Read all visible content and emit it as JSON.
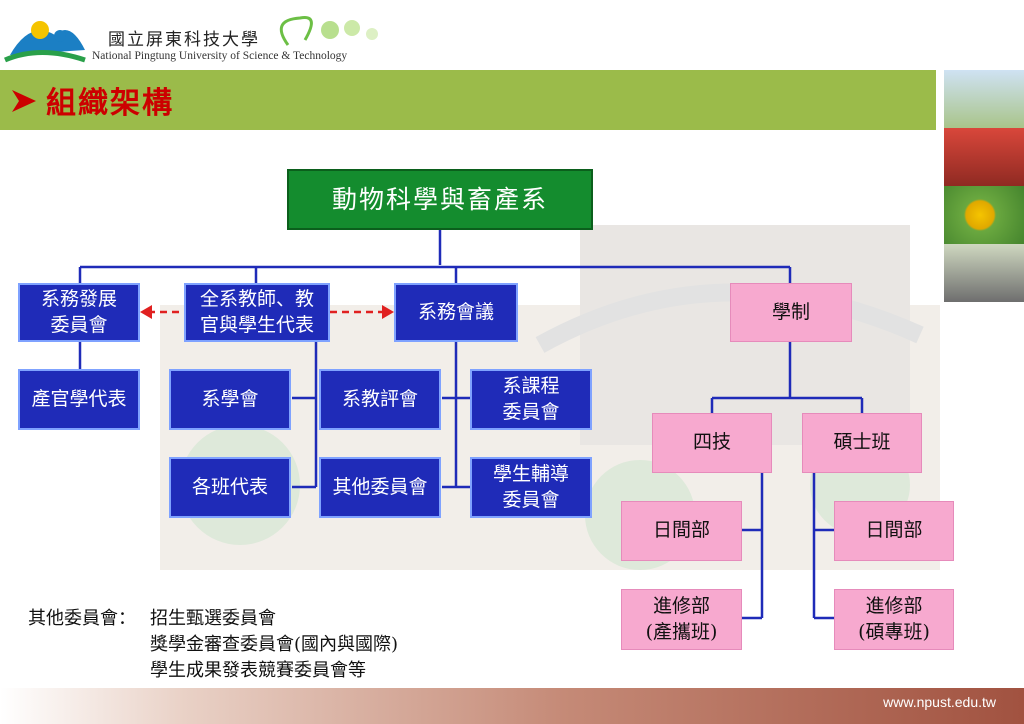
{
  "header": {
    "school_name_zh": "國立屏東科技大學",
    "school_name_en": "National Pingtung University of Science & Technology",
    "slide_title": "組織架構"
  },
  "org": {
    "root": "動物科學與畜產系",
    "dev_committee": [
      "系務發展",
      "委員會"
    ],
    "faculty_reps": [
      "全系教師、教",
      "官與學生代表"
    ],
    "dept_meeting": "系務會議",
    "academic_system": "學制",
    "industry_reps": "產官學代表",
    "student_assoc": "系學會",
    "class_reps": "各班代表",
    "teaching_eval": "系教評會",
    "other_committees": "其他委員會",
    "curriculum_committee": [
      "系課程",
      "委員會"
    ],
    "student_guidance": [
      "學生輔導",
      "委員會"
    ],
    "four_year": "四技",
    "masters": "碩士班",
    "day_div_1": "日間部",
    "eve_div_1": [
      "進修部",
      "(產攜班)"
    ],
    "day_div_2": "日間部",
    "eve_div_2": [
      "進修部",
      "(碩專班)"
    ]
  },
  "note": {
    "label": "其他委員會：",
    "lines": [
      "招生甄選委員會",
      "獎學金審查委員會(國內與國際)",
      "學生成果發表競賽委員會等"
    ]
  },
  "footer": {
    "url": "www.npust.edu.tw"
  },
  "colors": {
    "title_bar": "#9bbb4a",
    "title_text": "#cc0000",
    "blue_box": "#1f2bb8",
    "pink_box": "#f7a9cf",
    "root_box": "#148c2e",
    "connector": "#1f2bb8",
    "dashed_arrow": "#e02020"
  }
}
